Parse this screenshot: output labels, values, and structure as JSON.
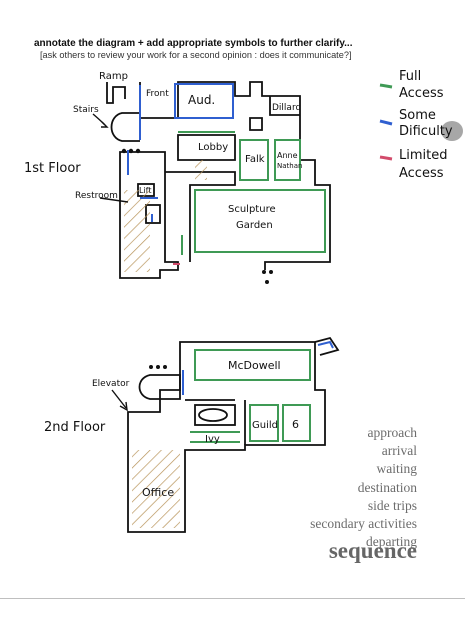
{
  "header": {
    "line1": "annotate the diagram + add appropriate symbols to further clarify...",
    "line2": "[ask others to review your work for a second opinion : does it communicate?]"
  },
  "legend": {
    "full": {
      "line1": "Full",
      "line2": "Access",
      "color": "#3f9a55"
    },
    "some": {
      "line1": "Some",
      "line2": "Dificulty",
      "color": "#2f5fd0"
    },
    "limited": {
      "line1": "Limited",
      "line2": "Access",
      "color": "#d24b6b"
    }
  },
  "floor1": {
    "title": "1st Floor",
    "labels": {
      "ramp": "Ramp",
      "front": "Front",
      "stairs": "Stairs",
      "aud": "Aud.",
      "dillard": "Dillard",
      "lobby": "Lobby",
      "falk": "Falk",
      "anne_line1": "Anne",
      "anne_line2": "Nathan",
      "lift": "Lift",
      "restroom": "Restroom",
      "sculpture_line1": "Sculpture",
      "sculpture_line2": "Garden"
    }
  },
  "floor2": {
    "title": "2nd Floor",
    "labels": {
      "elevator": "Elevator",
      "mcdowell": "McDowell",
      "guild": "Guild",
      "six": "6",
      "ivy": "Ivy",
      "office": "Office"
    }
  },
  "sequence": {
    "steps": [
      "approach",
      "arrival",
      "waiting",
      "destination",
      "side trips",
      "secondary activities",
      "departing"
    ],
    "title": "sequence"
  },
  "colors": {
    "green": "#3f9a55",
    "blue": "#2f5fd0",
    "pink": "#d24b6b",
    "ink": "#111111",
    "hatch": "#b8945a"
  }
}
